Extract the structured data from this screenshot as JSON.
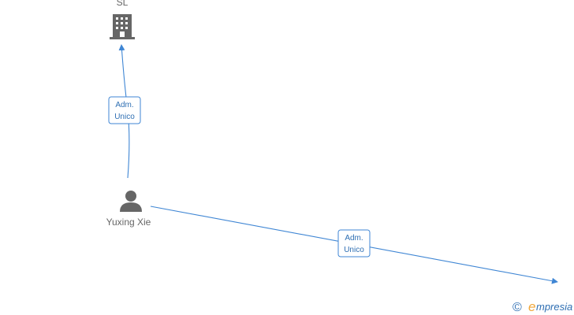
{
  "nodes": {
    "company": {
      "label": "SL",
      "icon": "building-icon"
    },
    "person": {
      "label": "Yuxing Xie",
      "icon": "person-icon"
    }
  },
  "edges": [
    {
      "line1": "Adm.",
      "line2": "Unico"
    },
    {
      "line1": "Adm.",
      "line2": "Unico"
    }
  ],
  "branding": {
    "copyright_symbol": "©",
    "logo_initial": "e",
    "logo_rest": "mpresia"
  },
  "colors": {
    "edge": "#3f86d4",
    "node": "#666666",
    "brand_accent": "#f0a73a"
  }
}
